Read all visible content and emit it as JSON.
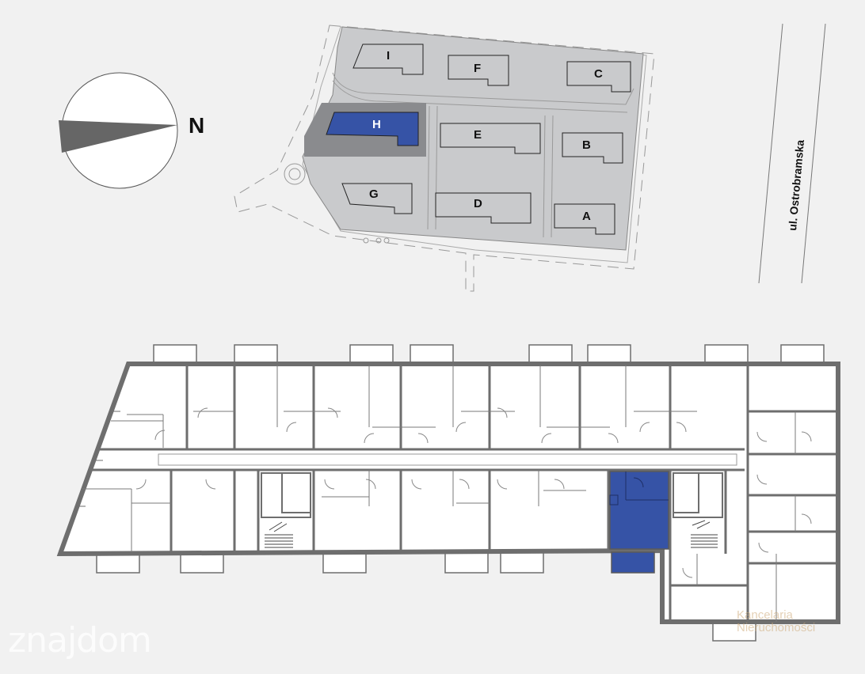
{
  "compass": {
    "label": "N"
  },
  "street": {
    "label": "ul. Ostrobramska"
  },
  "buildings": [
    {
      "id": "I",
      "highlighted": false
    },
    {
      "id": "F",
      "highlighted": false
    },
    {
      "id": "C",
      "highlighted": false
    },
    {
      "id": "H",
      "highlighted": true
    },
    {
      "id": "E",
      "highlighted": false
    },
    {
      "id": "B",
      "highlighted": false
    },
    {
      "id": "G",
      "highlighted": false
    },
    {
      "id": "D",
      "highlighted": false
    },
    {
      "id": "A",
      "highlighted": false
    }
  ],
  "floor_plan": {
    "highlighted_unit": "selected apartment"
  },
  "colors": {
    "highlight": "#3653a6",
    "site": "#c9cacc",
    "background": "#f1f1f1"
  },
  "watermarks": {
    "logo": "znajdom",
    "agency_line1": "Kancelaria",
    "agency_line2": "Nieruchomości"
  }
}
